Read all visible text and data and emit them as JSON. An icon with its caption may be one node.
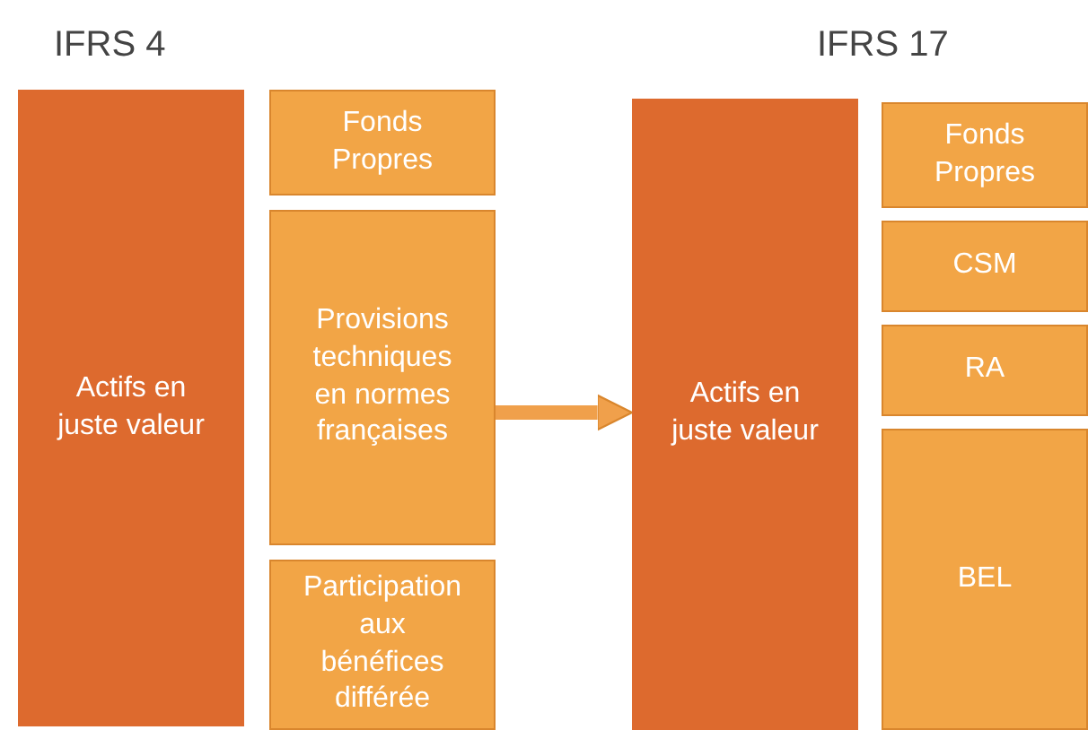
{
  "diagram": {
    "nodes": [
      {
        "text": [
          "Actifs en juste valeur"
        ]
      },
      {
        "text": [
          "Fonds Propres"
        ]
      },
      {
        "text": [
          "Provisions techniques en normes françaises"
        ]
      },
      {
        "text": [
          "Participation aux bénéfices différée"
        ]
      },
      {
        "text": [
          "Actifs en juste valeur"
        ]
      },
      {
        "text": [
          "Fonds Propres"
        ]
      },
      {
        "text": [
          "CSM"
        ]
      },
      {
        "text": [
          "RA"
        ]
      },
      {
        "text": [
          "BEL"
        ]
      }
    ],
    "edges": [
      {
        "from": 2,
        "to": 4,
        "arrow": "to"
      }
    ],
    "labels": [
      "IFRS 4",
      "IFRS 17"
    ]
  }
}
